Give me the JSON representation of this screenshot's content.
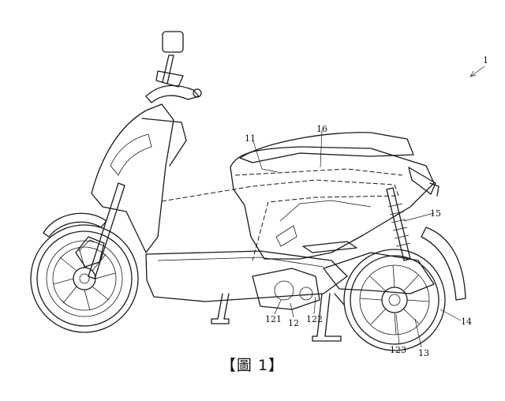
{
  "figure": {
    "caption": "【圖 1】",
    "labels": {
      "l1": "1",
      "l11": "11",
      "l12": "12",
      "l121": "121",
      "l122": "122",
      "l123": "123",
      "l13": "13",
      "l14": "14",
      "l15": "15",
      "l16": "16"
    }
  }
}
